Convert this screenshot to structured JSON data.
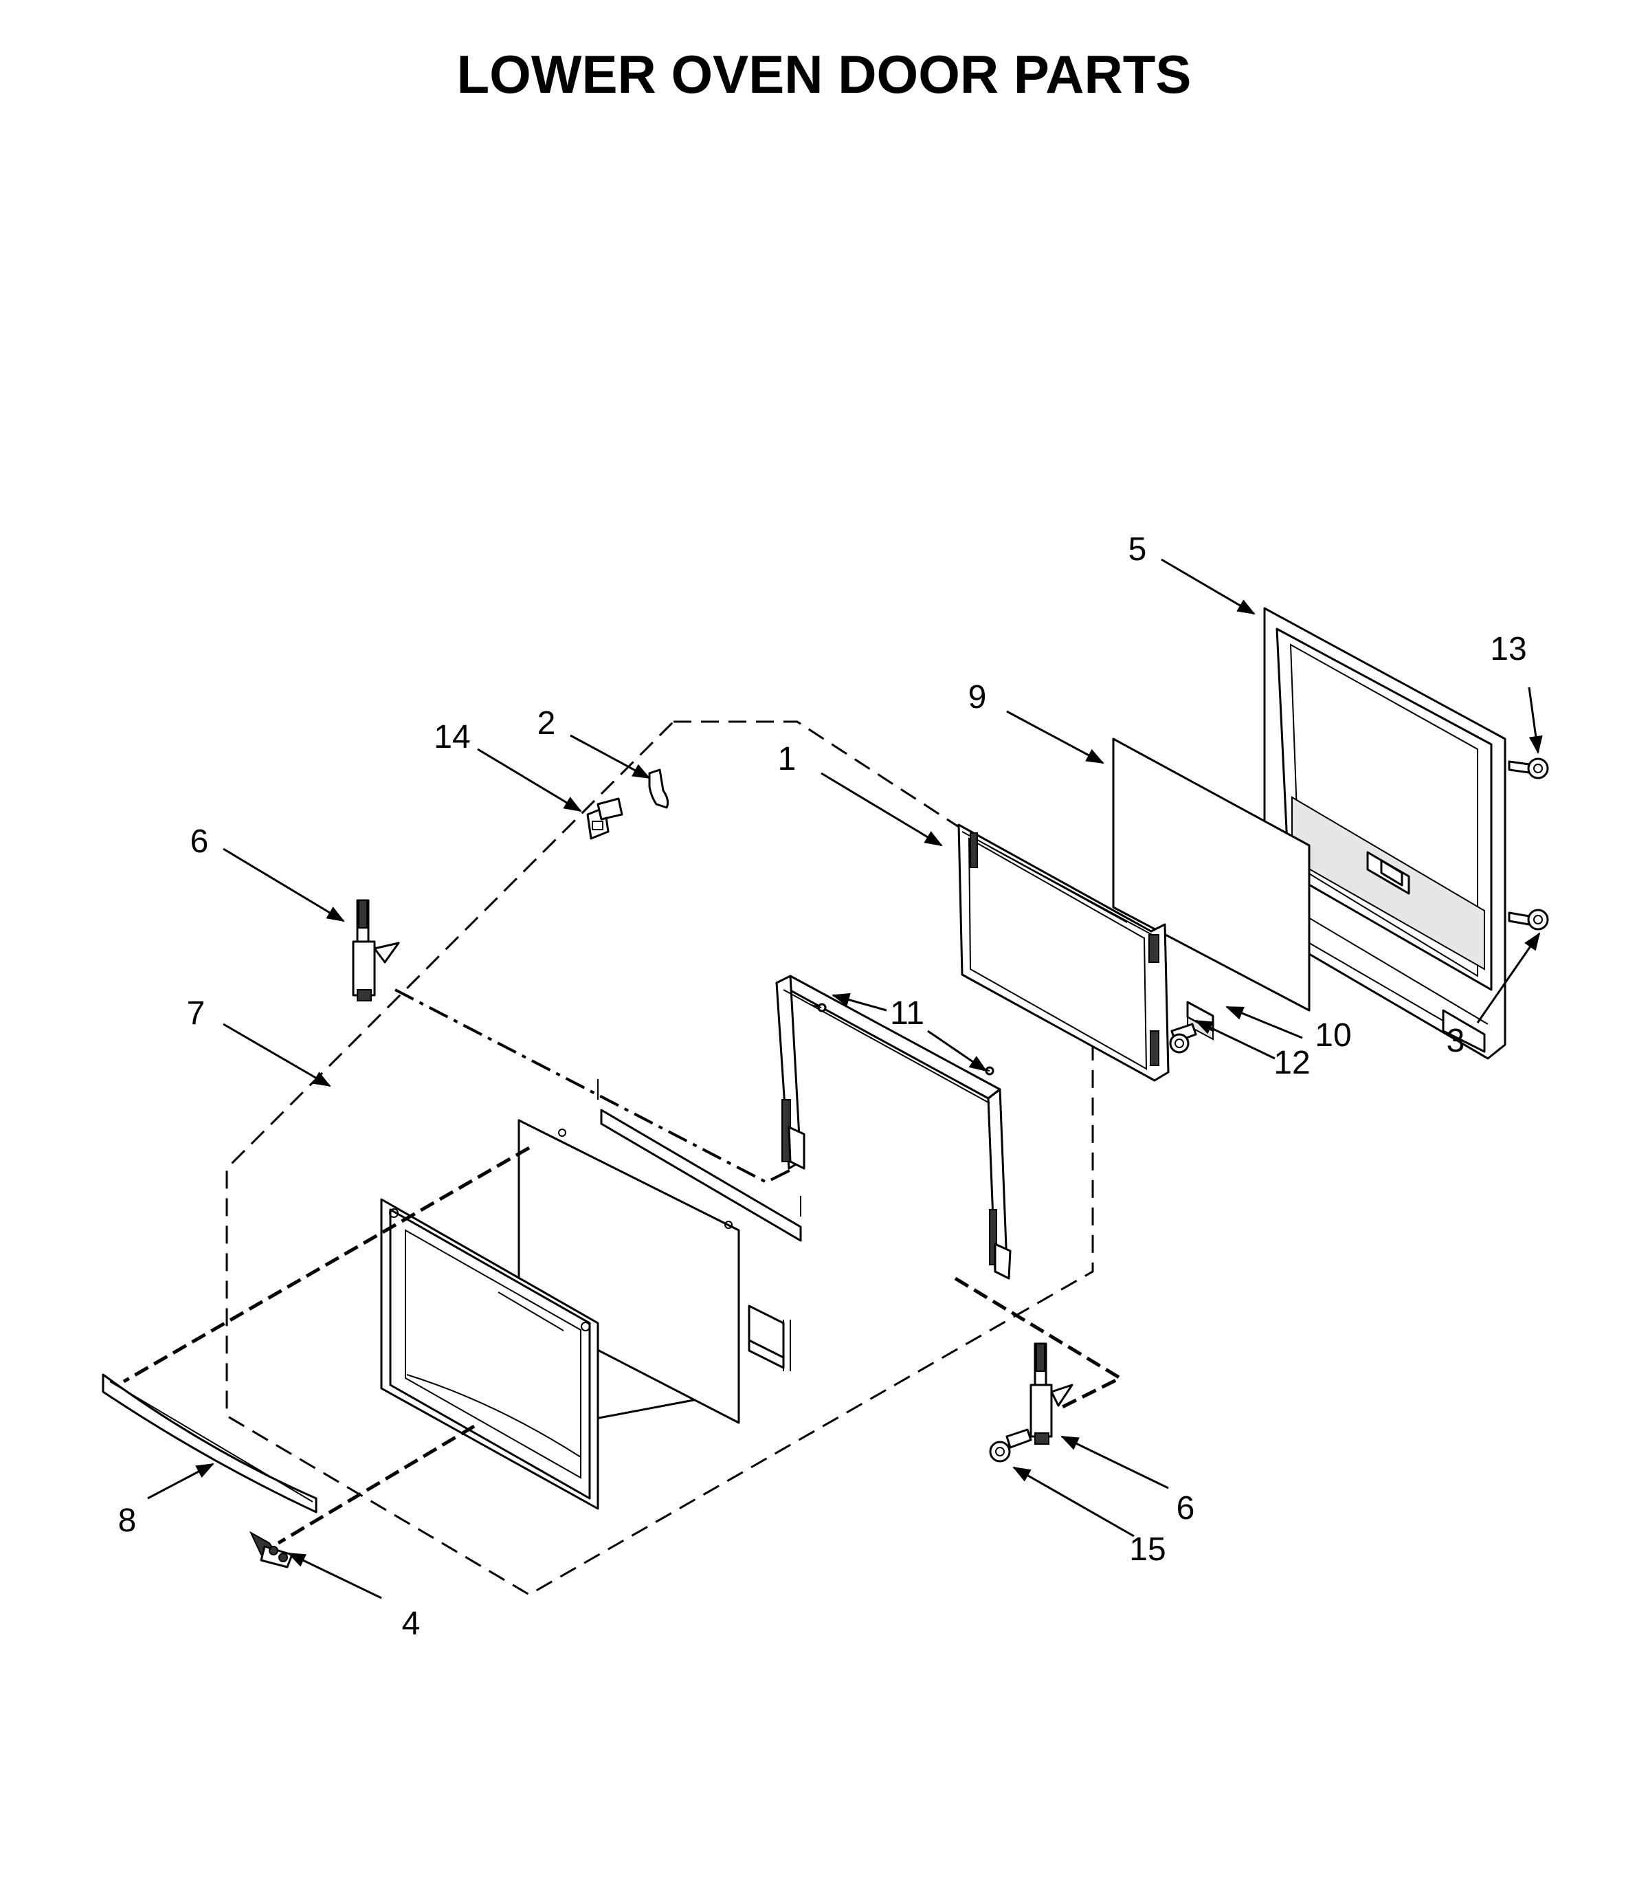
{
  "title": "LOWER OVEN DOOR PARTS",
  "callouts": {
    "c1": "1",
    "c2": "2",
    "c3": "3",
    "c4": "4",
    "c5": "5",
    "c6a": "6",
    "c6b": "6",
    "c7": "7",
    "c8": "8",
    "c9": "9",
    "c10": "10",
    "c11": "11",
    "c12": "12",
    "c13": "13",
    "c14": "14",
    "c15": "15"
  }
}
